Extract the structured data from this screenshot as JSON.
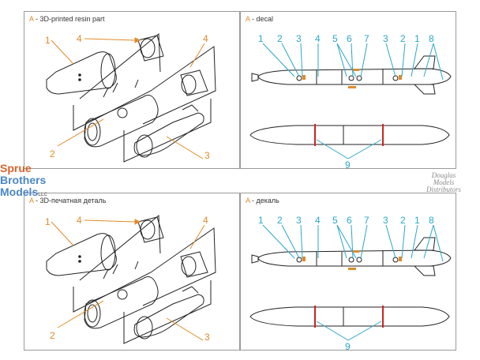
{
  "colors": {
    "accent_orange": "#e08a2a",
    "decal_cyan": "#2aa7c7",
    "stripe_red": "#cc2222",
    "line_dark": "#222222",
    "border": "#9a9a9a"
  },
  "panels": {
    "top_left": {
      "letter": "A",
      "title": " - 3D-printed resin part",
      "callouts": [
        "1",
        "2",
        "3",
        "4",
        "4"
      ]
    },
    "top_right": {
      "letter": "A",
      "title": " - decal",
      "callouts": [
        "1",
        "2",
        "3",
        "4",
        "5",
        "6",
        "7",
        "3",
        "2",
        "1",
        "8",
        "9"
      ]
    },
    "bottom_left": {
      "letter": "A",
      "title": " - 3D-печатная деталь",
      "callouts": [
        "1",
        "2",
        "3",
        "4",
        "4"
      ]
    },
    "bottom_right": {
      "letter": "A",
      "title": " - декаль",
      "callouts": [
        "1",
        "2",
        "3",
        "4",
        "5",
        "6",
        "7",
        "3",
        "2",
        "1",
        "8",
        "9"
      ]
    }
  },
  "watermark_left": {
    "line1": "Sprue",
    "line2": "Brothers",
    "line3": "Models",
    "suffix": "LLC"
  },
  "watermark_right": {
    "line1": "Douglas",
    "line2": "Models",
    "line3": "Distributors"
  }
}
